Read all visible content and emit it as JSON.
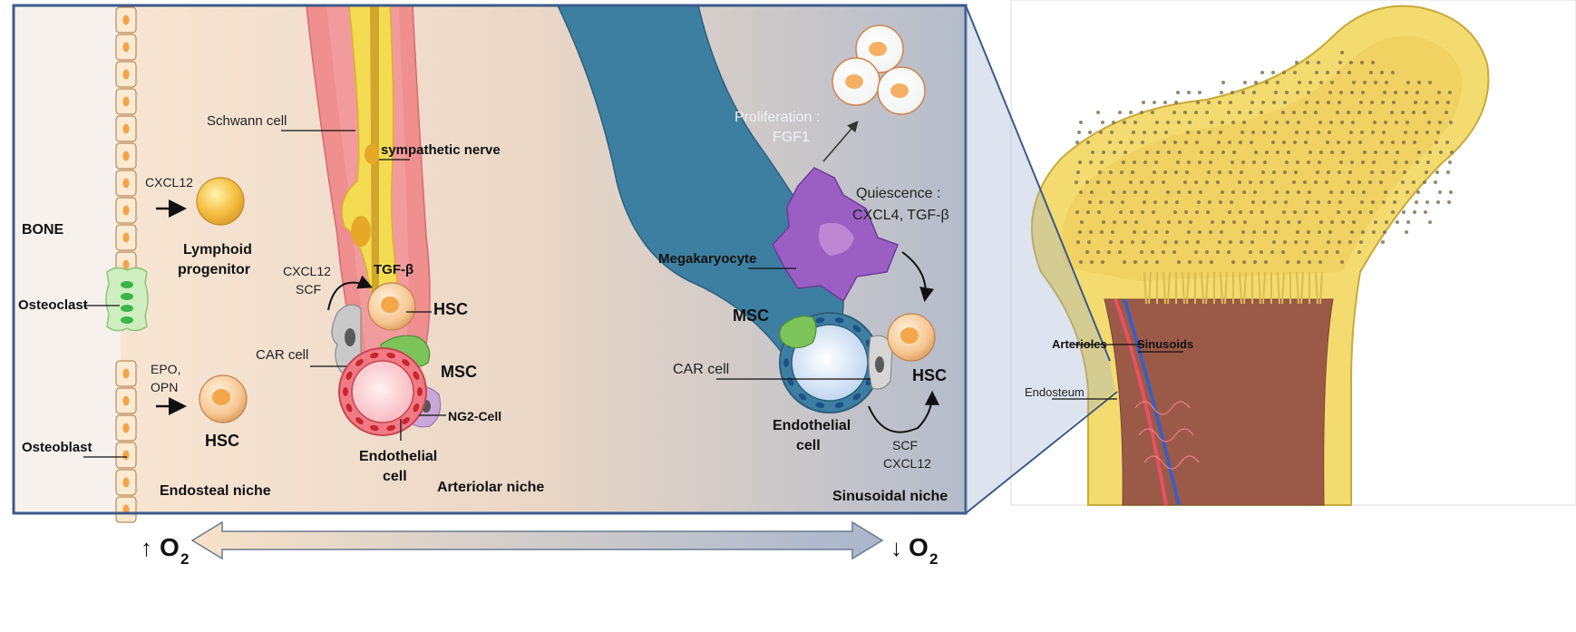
{
  "labels": {
    "bone": "BONE",
    "osteoclast": "Osteoclast",
    "osteoblast": "Osteoblast",
    "cxcl12_left": "CXCL12",
    "lymphoid_progenitor_line1": "Lymphoid",
    "lymphoid_progenitor_line2": "progenitor",
    "epo": "EPO,",
    "opn": "OPN",
    "hsc": "HSC",
    "endosteal_niche": "Endosteal niche",
    "schwann_cell": "Schwann cell",
    "sympathetic_nerve": "sympathetic nerve",
    "cxcl12_mid": "CXCL12",
    "scf_mid": "SCF",
    "tgf_beta": "TGF-β",
    "car_cell": "CAR cell",
    "msc": "MSC",
    "ng2_cell": "NG2-Cell",
    "endothelial_line1": "Endothelial",
    "endothelial_line2": "cell",
    "arteriolar_niche": "Arteriolar niche",
    "proliferation_line1": "Proliferation :",
    "proliferation_line2": "FGF1",
    "quiescence_line1": "Quiescence :",
    "quiescence_line2": "CXCL4, TGF-β",
    "megakaryocyte": "Megakaryocyte",
    "scf_right": "SCF",
    "cxcl12_right": "CXCL12",
    "sinusoidal_niche": "Sinusoidal niche",
    "o2_high_arrow": "↑",
    "o2_low_arrow": "↓",
    "o2_text": "O",
    "o2_sub": "2",
    "arterioles": "Arterioles",
    "sinusoids": "Sinusoids",
    "endosteum": "Endosteum"
  },
  "colors": {
    "panel_border": "#3b5a8a",
    "bone_strip": "#f7f1ea",
    "cell_yellow": "#f4c040",
    "hsc_orange": "#f6c691",
    "vessel_red": "#e8747a",
    "nerve_yellow": "#f2da4a",
    "sinusoid_blue": "#3b7d9e",
    "megakaryocyte_purple": "#9b5fc4",
    "msc_green": "#6fb84a",
    "femur_yellow": "#f0d870",
    "marrow_brown": "#9b5a47"
  }
}
